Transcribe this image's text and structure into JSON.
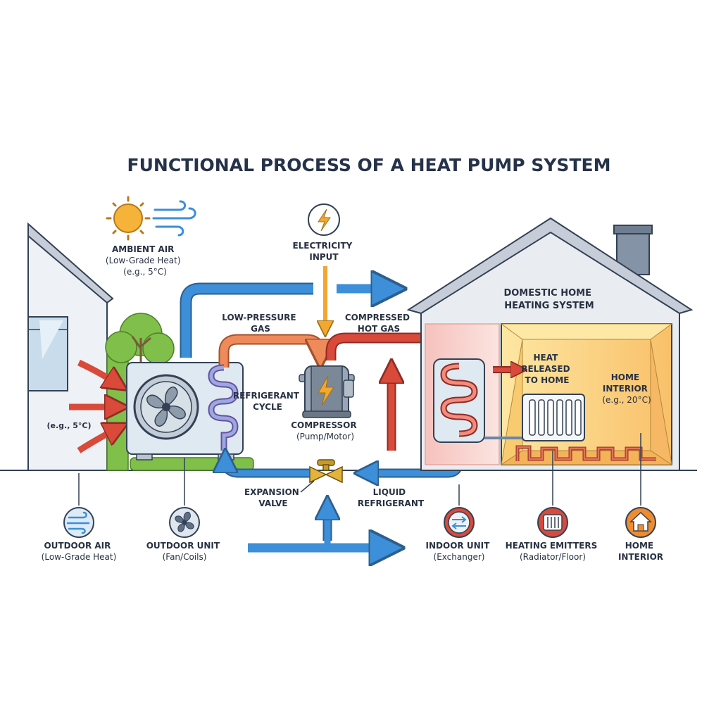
{
  "title": "FUNCTIONAL PROCESS OF A HEAT PUMP SYSTEM",
  "colors": {
    "outline": "#334155",
    "wall": "#e9edf2",
    "roof": "#c9d0da",
    "hot": "#d94a3a",
    "warm": "#ef8a5a",
    "cold": "#3c8fd8",
    "electric": "#f0a830",
    "interior": "#fcd776",
    "tree": "#7fbf4a"
  },
  "labels": {
    "ambient_air": [
      "AMBIENT AIR",
      "(Low-Grade Heat)",
      "(e.g., 5°C)"
    ],
    "outdoor_temp": "(e.g., 5°C)",
    "electricity": [
      "ELECTRICITY",
      "INPUT"
    ],
    "low_pressure": [
      "LOW-PRESSURE",
      "GAS"
    ],
    "compressed": [
      "COMPRESSED",
      "HOT GAS"
    ],
    "refrigerant_cycle": [
      "REFRIGERANT",
      "CYCLE"
    ],
    "compressor": [
      "COMPRESSOR",
      "(Pump/Motor)"
    ],
    "expansion_valve": [
      "EXPANSION",
      "VALVE"
    ],
    "liquid_refrigerant": [
      "LIQUID",
      "REFRIGERANT"
    ],
    "domestic": [
      "DOMESTIC HOME",
      "HEATING SYSTEM"
    ],
    "heat_released": [
      "HEAT",
      "RELEASED",
      "TO HOME"
    ],
    "home_interior_temp": [
      "HOME",
      "INTERIOR",
      "(e.g., 20°C)"
    ]
  },
  "legend": [
    {
      "icon": "wind-icon",
      "lines": [
        "OUTDOOR AIR",
        "(Low-Grade Heat)"
      ]
    },
    {
      "icon": "fan-icon",
      "lines": [
        "OUTDOOR UNIT",
        "(Fan/Coils)"
      ]
    },
    {
      "icon": "exchanger-icon",
      "lines": [
        "INDOOR UNIT",
        "(Exchanger)"
      ]
    },
    {
      "icon": "radiator-icon",
      "lines": [
        "HEATING EMITTERS",
        "(Radiator/Floor)"
      ]
    },
    {
      "icon": "house-icon",
      "lines": [
        "HOME",
        "INTERIOR"
      ]
    }
  ]
}
